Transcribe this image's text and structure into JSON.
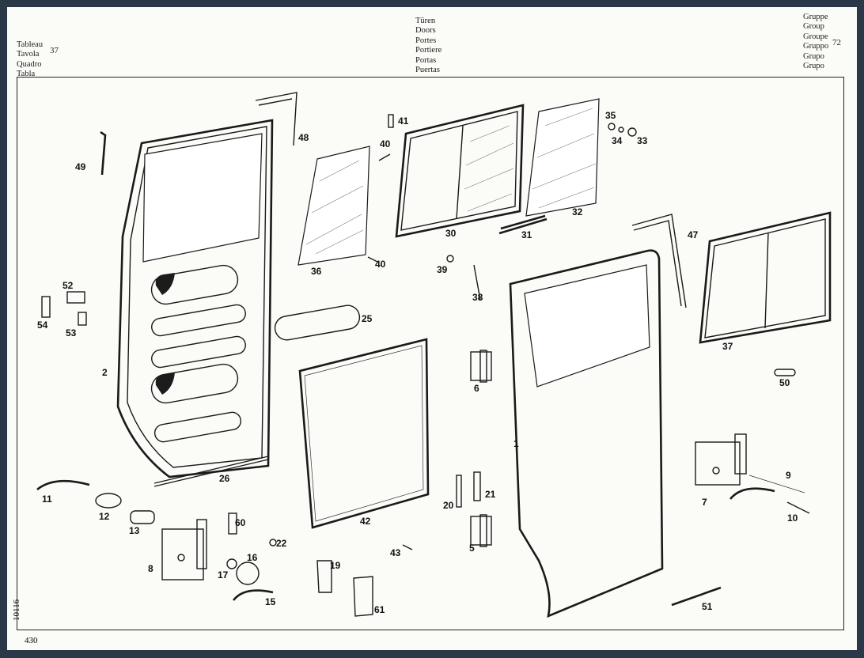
{
  "header": {
    "tableau_labels": [
      "Tableau",
      "Tavola",
      "Quadro",
      "Tabla"
    ],
    "tableau_number": "37",
    "title_labels": [
      "Türen",
      "Doors",
      "Portes",
      "Portiere",
      "Portas",
      "Puertas"
    ],
    "group_labels": [
      "Gruppe",
      "Group",
      "Groupe",
      "Gruppo",
      "Grupo",
      "Grupo"
    ],
    "group_number": "72"
  },
  "footer": {
    "drawing_number": "10116",
    "page_number": "430"
  },
  "part_numbers": [
    "1",
    "2",
    "5",
    "6",
    "7",
    "8",
    "9",
    "10",
    "11",
    "12",
    "13",
    "15",
    "16",
    "17",
    "19",
    "20",
    "21",
    "22",
    "25",
    "26",
    "30",
    "31",
    "32",
    "33",
    "34",
    "35",
    "36",
    "37",
    "38",
    "39",
    "40",
    "40",
    "41",
    "42",
    "43",
    "47",
    "48",
    "49",
    "50",
    "51",
    "52",
    "53",
    "54",
    "60",
    "61"
  ]
}
